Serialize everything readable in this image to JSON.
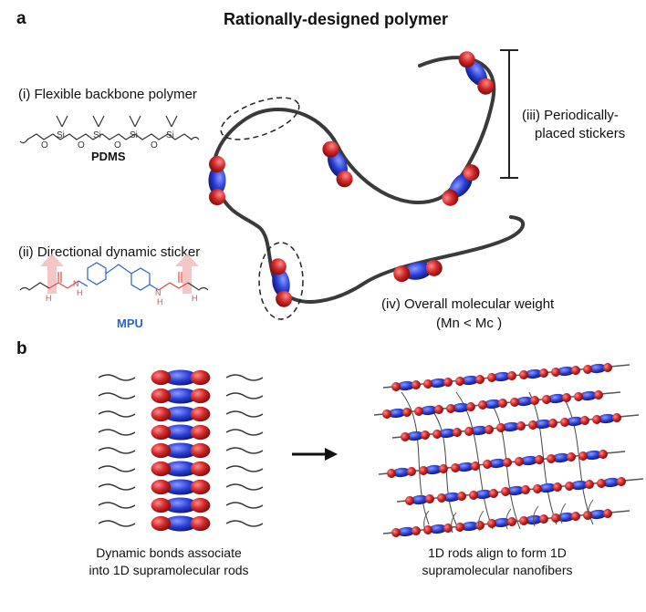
{
  "panel_a": {
    "label": "a",
    "title": "Rationally-designed polymer",
    "label_i": "(i) Flexible backbone polymer",
    "pdms": "PDMS",
    "si": "Si",
    "o": "O",
    "label_ii": "(ii) Directional dynamic sticker",
    "mpu": "MPU",
    "h": "H",
    "n": "N",
    "label_iii_line1": "(iii) Periodically-",
    "label_iii_line2": "placed stickers",
    "label_iv_line1": "(iv) Overall molecular weight",
    "label_iv_line2": "(Mn < Mc )"
  },
  "panel_b": {
    "label": "b",
    "caption_left_line1": "Dynamic bonds associate",
    "caption_left_line2": "into 1D supramolecular rods",
    "caption_right_line1": "1D rods align to form 1D",
    "caption_right_line2": "supramolecular nanofibers"
  },
  "colors": {
    "sticker_red": "#d42a2a",
    "sticker_blue": "#2a3fd6",
    "backbone": "#333333",
    "mpu_blue": "#2f62c9",
    "urea_red": "#e04a4a",
    "arrow_pink": "#f2b8b8"
  }
}
